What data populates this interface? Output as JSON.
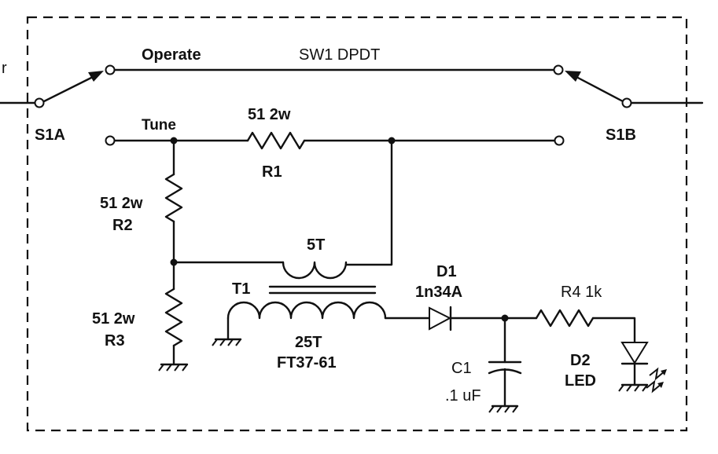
{
  "labels": {
    "operate": "Operate",
    "switch": "SW1 DPDT",
    "s1a": "S1A",
    "s1b": "S1B",
    "tune": "Tune",
    "r1_value": "51 2w",
    "r1": "R1",
    "r2_value": "51 2w",
    "r2": "R2",
    "r3_value": "51 2w",
    "r3": "R3",
    "t1": "T1",
    "primary": "5T",
    "secondary": "25T",
    "core": "FT37-61",
    "d1": "D1",
    "d1_part": "1n34A",
    "r4": "R4 1k",
    "c1": "C1",
    "c1_value": ".1 uF",
    "d2": "D2",
    "d2_part": "LED",
    "edge_mark": "r"
  }
}
